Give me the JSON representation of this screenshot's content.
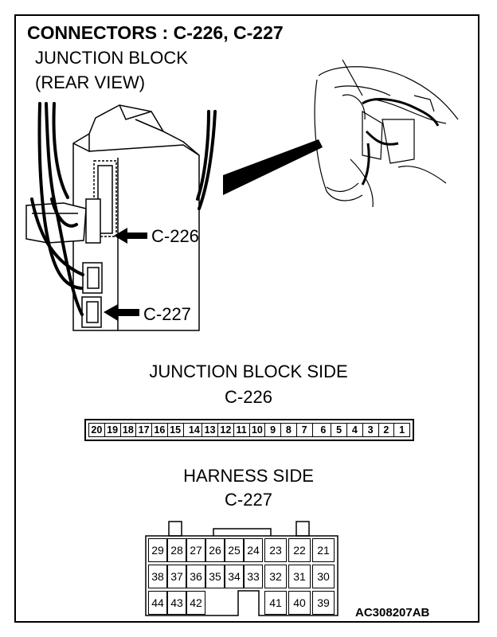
{
  "title": "CONNECTORS : C-226, C-227",
  "junction_block_label": [
    "JUNCTION BLOCK",
    "(REAR VIEW)"
  ],
  "callouts": {
    "c226": "C-226",
    "c227": "C-227"
  },
  "connector_c226": {
    "side": "JUNCTION BLOCK SIDE",
    "name": "C-226",
    "pins": [
      "20",
      "19",
      "18",
      "17",
      "16",
      "15",
      "14",
      "13",
      "12",
      "11",
      "10",
      "9",
      "8",
      "7",
      "6",
      "5",
      "4",
      "3",
      "2",
      "1"
    ]
  },
  "connector_c227": {
    "side": "HARNESS SIDE",
    "name": "C-227",
    "rows": [
      [
        "29",
        "28",
        "27",
        "26",
        "25",
        "24",
        "23",
        "22",
        "21"
      ],
      [
        "38",
        "37",
        "36",
        "35",
        "34",
        "33",
        "32",
        "31",
        "30"
      ],
      [
        "44",
        "43",
        "42",
        "",
        "",
        "",
        "41",
        "40",
        "39"
      ]
    ]
  },
  "reference_code": "AC308207AB"
}
